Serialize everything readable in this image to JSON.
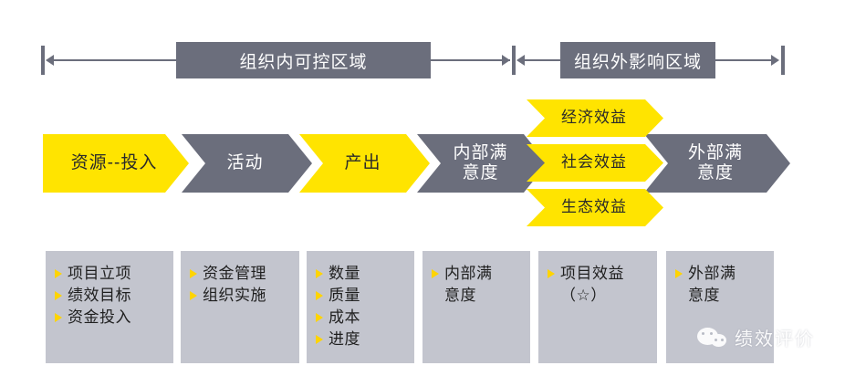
{
  "zones": [
    {
      "label": "组织内可控区域",
      "name": "zone-internal"
    },
    {
      "label": "组织外影响区域",
      "name": "zone-external"
    }
  ],
  "flow": {
    "main_steps": [
      {
        "label": "资源--投入",
        "color": "yellow"
      },
      {
        "label": "活动",
        "color": "gray"
      },
      {
        "label": "产出",
        "color": "yellow"
      },
      {
        "label": "内部满\n意度",
        "color": "gray"
      },
      {
        "label": "外部满\n意度",
        "color": "gray"
      }
    ],
    "benefit_steps": [
      {
        "label": "经济效益",
        "color": "yellow"
      },
      {
        "label": "社会效益",
        "color": "yellow"
      },
      {
        "label": "生态效益",
        "color": "yellow"
      }
    ]
  },
  "detail_boxes": [
    {
      "items": [
        "项目立项",
        "绩效目标",
        "资金投入"
      ]
    },
    {
      "items": [
        "资金管理",
        "组织实施"
      ]
    },
    {
      "items": [
        "数量",
        "质量",
        "成本",
        "进度"
      ]
    },
    {
      "items": [
        "内部满",
        "意度"
      ],
      "continuation": [
        false,
        true
      ]
    },
    {
      "items": [
        "项目效益",
        "（☆）"
      ],
      "continuation": [
        false,
        true
      ]
    },
    {
      "items": [
        "外部满",
        "意度"
      ],
      "continuation": [
        false,
        true
      ]
    }
  ],
  "watermark": {
    "text": "绩效评价",
    "icon": "wechat-icon"
  },
  "colors": {
    "yellow": "#ffe400",
    "gray": "#6b6e7c",
    "box_gray": "#c3c5ce",
    "bullet_yellow": "#ffd400",
    "background": "#ffffff"
  }
}
